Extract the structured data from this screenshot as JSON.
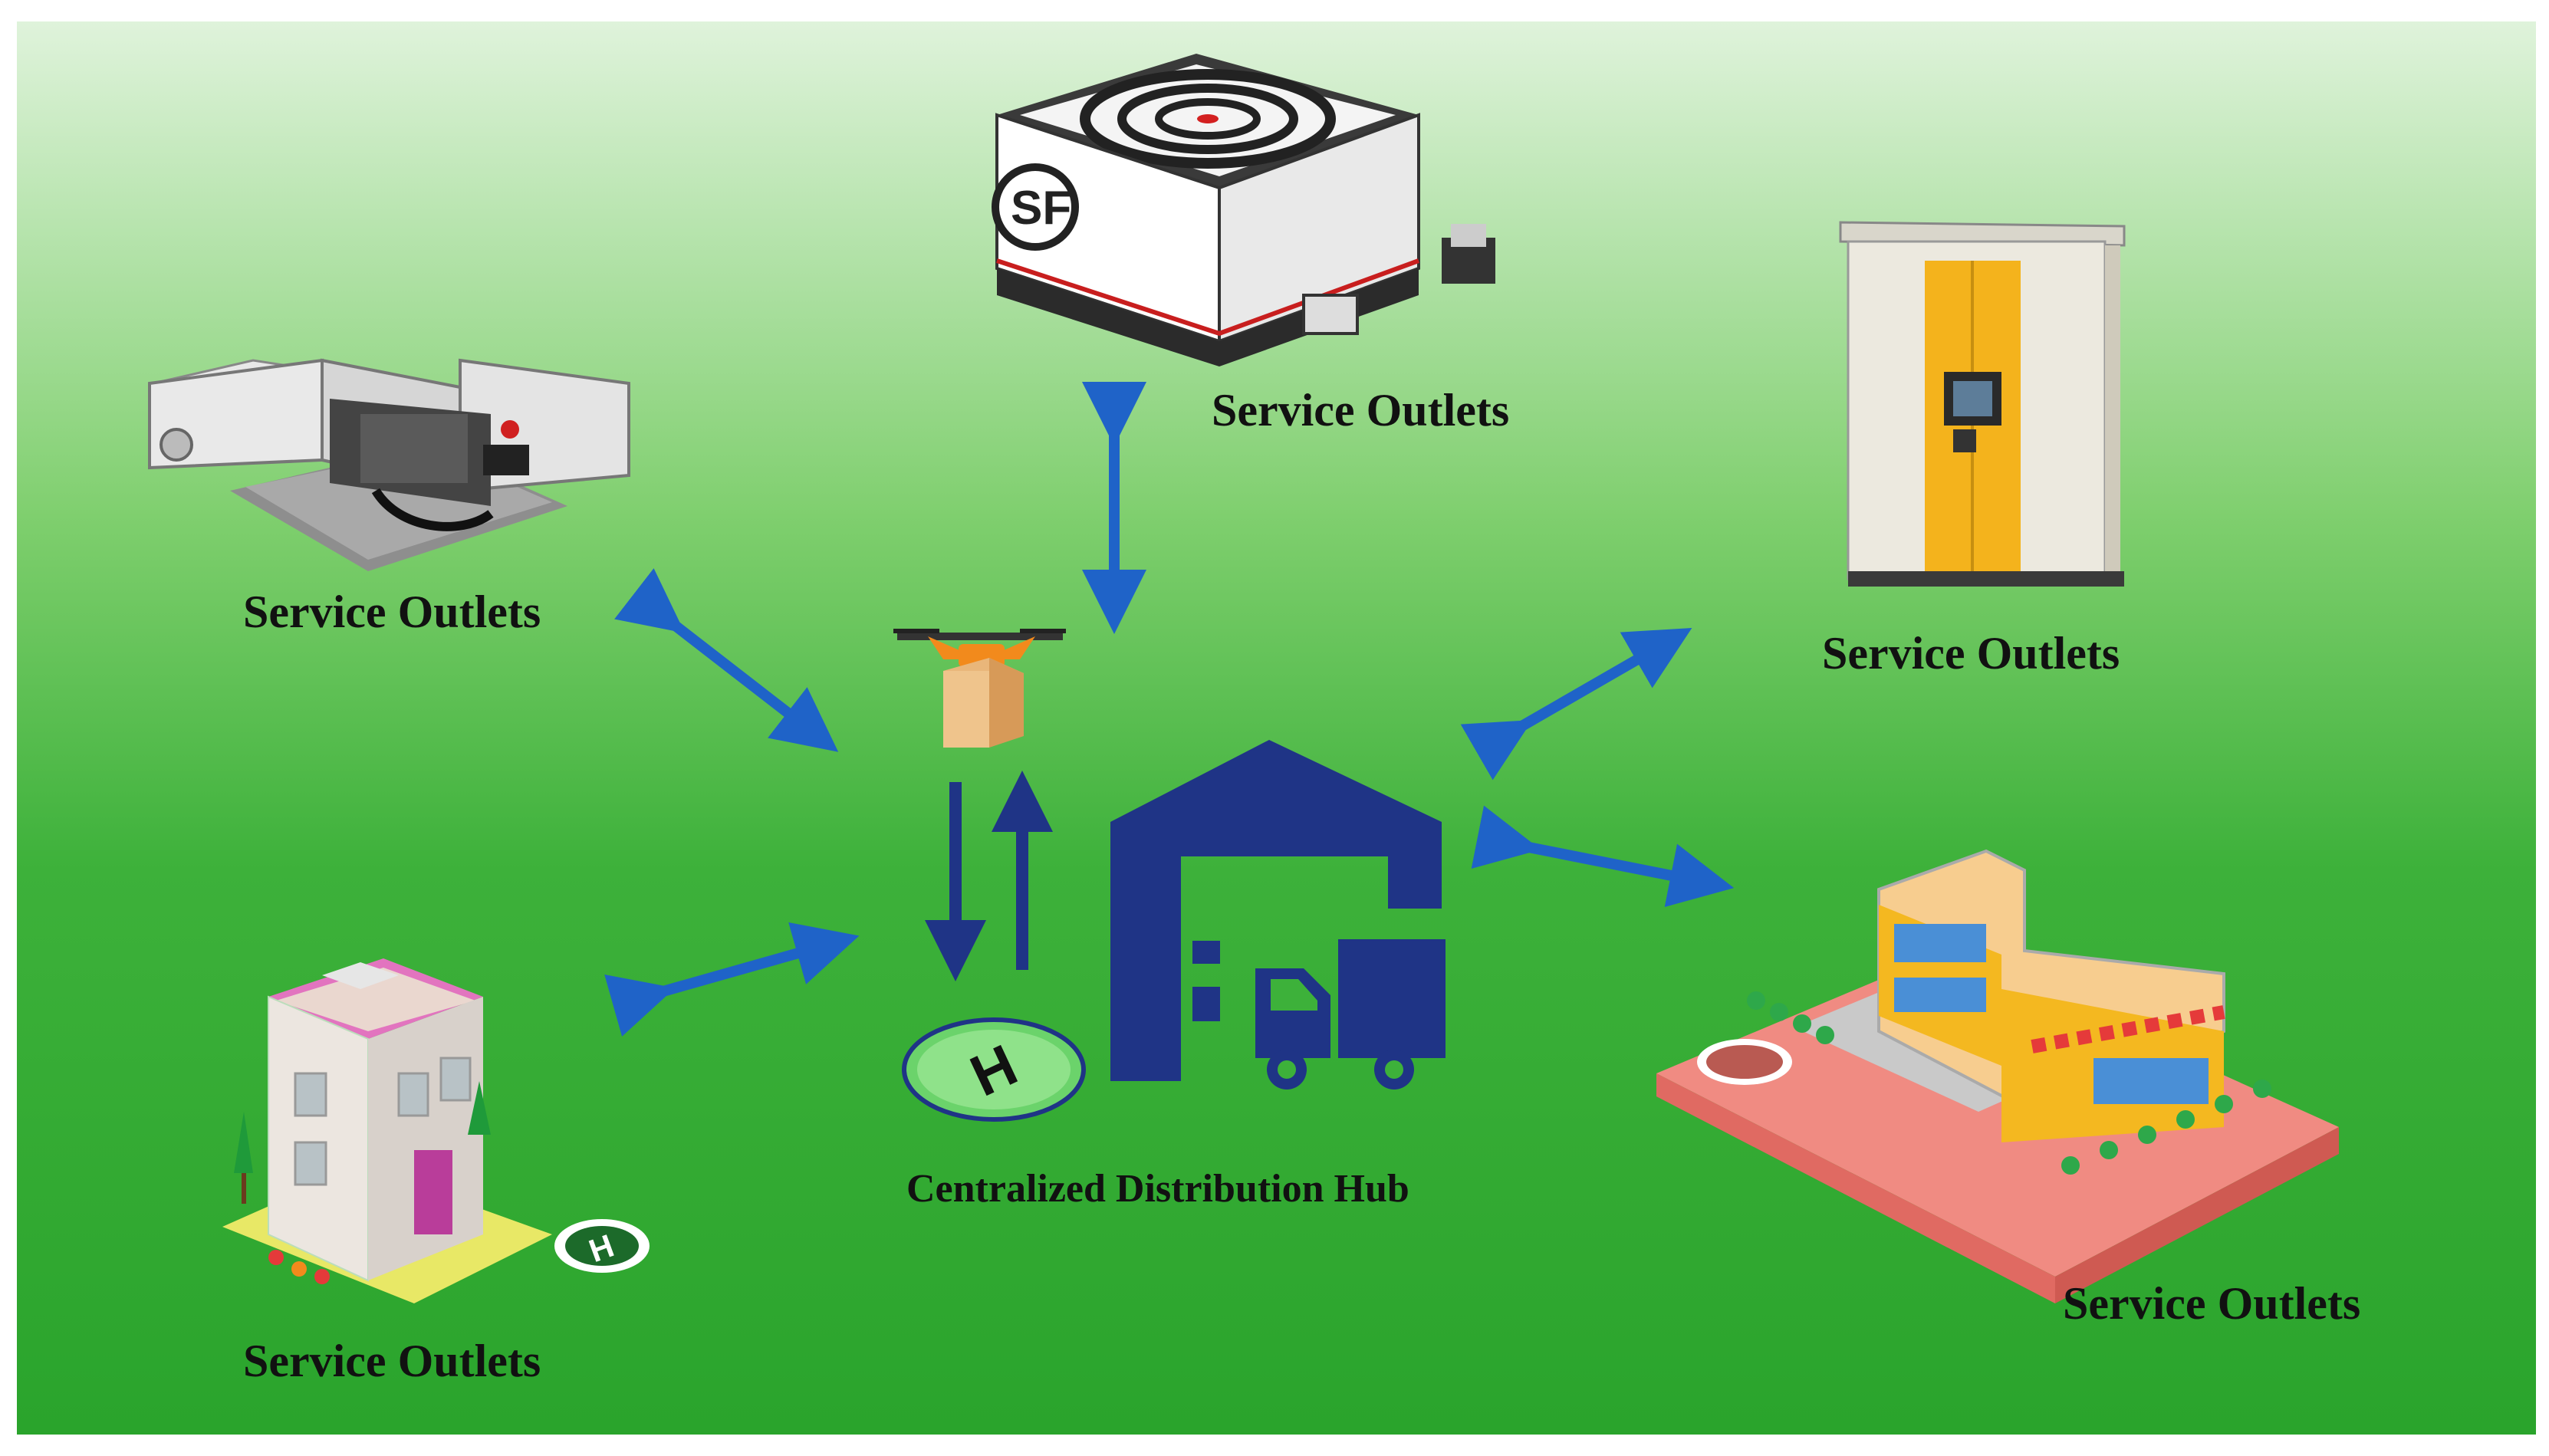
{
  "diagram": {
    "hub": {
      "label": "Centralized Distribution Hub",
      "icon": "warehouse-truck-icon"
    },
    "helipad": {
      "mark": "H"
    },
    "outlets": [
      {
        "id": "top",
        "label": "Service Outlets",
        "icon": "drone-station-box-icon"
      },
      {
        "id": "upper-left",
        "label": "Service Outlets",
        "icon": "drone-docking-platform-icon"
      },
      {
        "id": "upper-right",
        "label": "Service Outlets",
        "icon": "parcel-locker-cabinet-icon"
      },
      {
        "id": "lower-left",
        "label": "Service Outlets",
        "icon": "residential-building-icon"
      },
      {
        "id": "lower-right",
        "label": "Service Outlets",
        "icon": "shopping-mall-icon"
      }
    ],
    "top_outlet_logo": "SF",
    "colors": {
      "background_top": "#d9f0d4",
      "background_bottom": "#2aa72a",
      "arrow": "#1f63c8",
      "hub": "#1f3486",
      "drone": "#f28a1c",
      "helipad": "#6bd36b"
    }
  }
}
